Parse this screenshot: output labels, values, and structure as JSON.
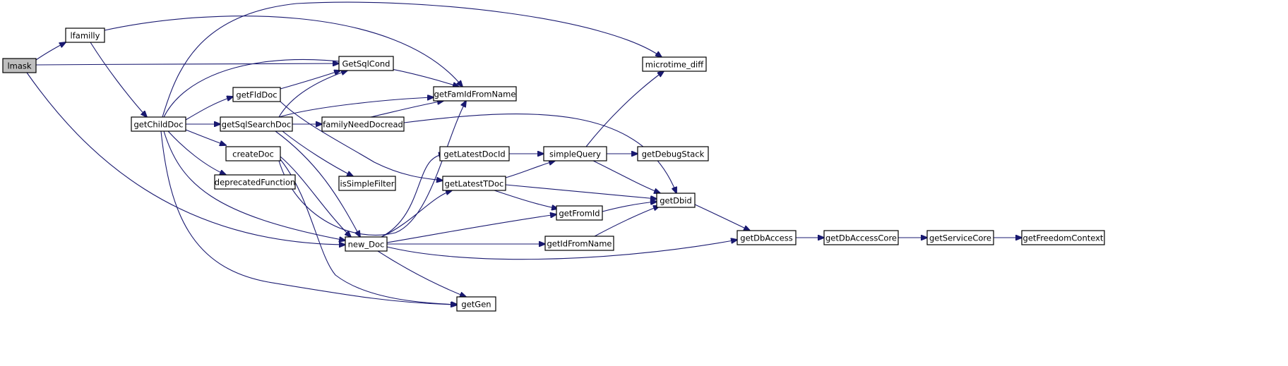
{
  "graph": {
    "root": "lmask",
    "accent_color": "#191970",
    "root_fill": "#bfbfbf",
    "nodes": [
      {
        "id": "lmask",
        "label": "lmask"
      },
      {
        "id": "lfamilly",
        "label": "lfamilly"
      },
      {
        "id": "getChildDoc",
        "label": "getChildDoc"
      },
      {
        "id": "getFldDoc",
        "label": "getFldDoc"
      },
      {
        "id": "getSqlSearchDoc",
        "label": "getSqlSearchDoc"
      },
      {
        "id": "createDoc",
        "label": "createDoc"
      },
      {
        "id": "deprecatedFunction",
        "label": "deprecatedFunction"
      },
      {
        "id": "GetSqlCond",
        "label": "GetSqlCond"
      },
      {
        "id": "familyNeedDocread",
        "label": "familyNeedDocread"
      },
      {
        "id": "isSimpleFilter",
        "label": "isSimpleFilter"
      },
      {
        "id": "new_Doc",
        "label": "new_Doc"
      },
      {
        "id": "getGen",
        "label": "getGen"
      },
      {
        "id": "getFamIdFromName",
        "label": "getFamIdFromName"
      },
      {
        "id": "getLatestDocId",
        "label": "getLatestDocId"
      },
      {
        "id": "getLatestTDoc",
        "label": "getLatestTDoc"
      },
      {
        "id": "getFromId",
        "label": "getFromId"
      },
      {
        "id": "getIdFromName",
        "label": "getIdFromName"
      },
      {
        "id": "simpleQuery",
        "label": "simpleQuery"
      },
      {
        "id": "microtime_diff",
        "label": "microtime_diff"
      },
      {
        "id": "getDebugStack",
        "label": "getDebugStack"
      },
      {
        "id": "getDbid",
        "label": "getDbid"
      },
      {
        "id": "getDbAccess",
        "label": "getDbAccess"
      },
      {
        "id": "getDbAccessCore",
        "label": "getDbAccessCore"
      },
      {
        "id": "getServiceCore",
        "label": "getServiceCore"
      },
      {
        "id": "getFreedomContext",
        "label": "getFreedomContext"
      }
    ],
    "edges": [
      {
        "from": "lmask",
        "to": "lfamilly"
      },
      {
        "from": "lmask",
        "to": "GetSqlCond"
      },
      {
        "from": "lmask",
        "to": "new_Doc"
      },
      {
        "from": "lfamilly",
        "to": "getChildDoc"
      },
      {
        "from": "lfamilly",
        "to": "getFamIdFromName"
      },
      {
        "from": "getChildDoc",
        "to": "getFamIdFromName"
      },
      {
        "from": "getChildDoc",
        "to": "microtime_diff"
      },
      {
        "from": "getChildDoc",
        "to": "getFldDoc"
      },
      {
        "from": "getChildDoc",
        "to": "getSqlSearchDoc"
      },
      {
        "from": "getChildDoc",
        "to": "createDoc"
      },
      {
        "from": "getChildDoc",
        "to": "deprecatedFunction"
      },
      {
        "from": "getChildDoc",
        "to": "new_Doc"
      },
      {
        "from": "getChildDoc",
        "to": "getGen"
      },
      {
        "from": "getFldDoc",
        "to": "GetSqlCond"
      },
      {
        "from": "getFldDoc",
        "to": "getLatestTDoc"
      },
      {
        "from": "getSqlSearchDoc",
        "to": "GetSqlCond"
      },
      {
        "from": "getSqlSearchDoc",
        "to": "getFamIdFromName"
      },
      {
        "from": "getSqlSearchDoc",
        "to": "familyNeedDocread"
      },
      {
        "from": "getSqlSearchDoc",
        "to": "isSimpleFilter"
      },
      {
        "from": "getSqlSearchDoc",
        "to": "new_Doc"
      },
      {
        "from": "familyNeedDocread",
        "to": "getFamIdFromName"
      },
      {
        "from": "familyNeedDocread",
        "to": "getDbid"
      },
      {
        "from": "createDoc",
        "to": "getFamIdFromName"
      },
      {
        "from": "createDoc",
        "to": "new_Doc"
      },
      {
        "from": "createDoc",
        "to": "getGen"
      },
      {
        "from": "new_Doc",
        "to": "getLatestDocId"
      },
      {
        "from": "new_Doc",
        "to": "getLatestTDoc"
      },
      {
        "from": "new_Doc",
        "to": "getFromId"
      },
      {
        "from": "new_Doc",
        "to": "getIdFromName"
      },
      {
        "from": "new_Doc",
        "to": "getDbAccess"
      },
      {
        "from": "new_Doc",
        "to": "getGen"
      },
      {
        "from": "getLatestDocId",
        "to": "simpleQuery"
      },
      {
        "from": "getLatestTDoc",
        "to": "simpleQuery"
      },
      {
        "from": "getLatestTDoc",
        "to": "getDbid"
      },
      {
        "from": "getLatestTDoc",
        "to": "getFromId"
      },
      {
        "from": "getFromId",
        "to": "getDbid"
      },
      {
        "from": "getIdFromName",
        "to": "getDbid"
      },
      {
        "from": "simpleQuery",
        "to": "microtime_diff"
      },
      {
        "from": "simpleQuery",
        "to": "getDebugStack"
      },
      {
        "from": "simpleQuery",
        "to": "getDbid"
      },
      {
        "from": "getDbid",
        "to": "getDbAccess"
      },
      {
        "from": "getDbAccess",
        "to": "getDbAccessCore"
      },
      {
        "from": "getDbAccessCore",
        "to": "getServiceCore"
      },
      {
        "from": "getServiceCore",
        "to": "getFreedomContext"
      }
    ]
  }
}
